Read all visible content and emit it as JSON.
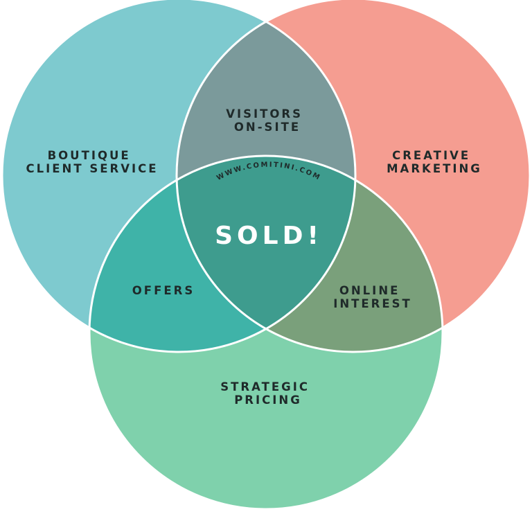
{
  "diagram": {
    "circles": {
      "client_service": {
        "label_lines": [
          "BOUTIQUE",
          "CLIENT SERVICE"
        ],
        "color": "#7ecacf"
      },
      "marketing": {
        "label_lines": [
          "CREATIVE",
          "MARKETING"
        ],
        "color": "#f59d91"
      },
      "pricing": {
        "label_lines": [
          "STRATEGIC",
          "PRICING"
        ],
        "color": "#7fd1ac"
      }
    },
    "overlaps": {
      "visitors": {
        "label_lines": [
          "VISITORS",
          "ON-SITE"
        ],
        "color": "#7b9a9b"
      },
      "offers": {
        "label": "OFFERS",
        "color": "#3fb3a8"
      },
      "online_interest": {
        "label_lines": [
          "ONLINE",
          "INTEREST"
        ],
        "color": "#7aa07b"
      }
    },
    "center": {
      "label": "SOLD!",
      "url": "WWW.COMITINI.COM",
      "color": "#3e9c8e"
    },
    "outline_color": "#ffffff"
  }
}
